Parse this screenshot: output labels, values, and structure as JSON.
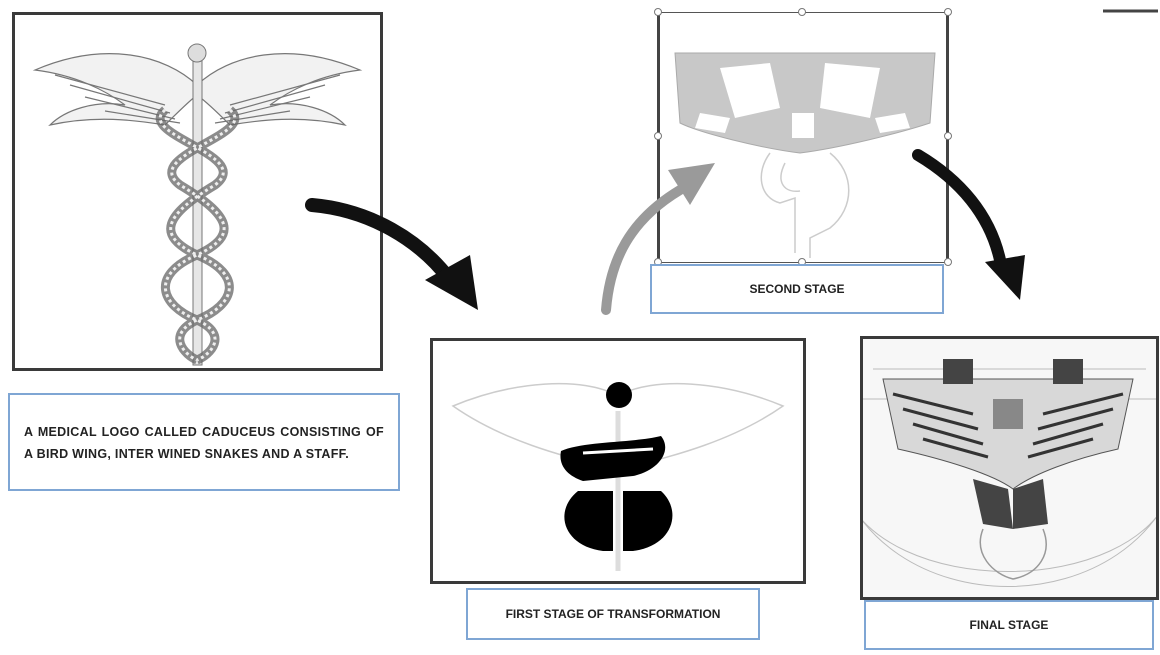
{
  "stages": [
    {
      "id": "caduceus",
      "caption": "A MEDICAL LOGO CALLED CADUCEUS CONSISTING OF A BIRD WING, INTER WINED SNAKES AND A STAFF."
    },
    {
      "id": "first",
      "caption": "FIRST STAGE OF TRANSFORMATION"
    },
    {
      "id": "second",
      "caption": "SECOND STAGE"
    },
    {
      "id": "final",
      "caption": "FINAL STAGE"
    }
  ],
  "colors": {
    "frame_border": "#3a3a3a",
    "caption_border": "#7fa6d4",
    "arrow_dark": "#111111",
    "arrow_gray": "#9a9a9a",
    "plan_fill": "#c8c8c8"
  }
}
